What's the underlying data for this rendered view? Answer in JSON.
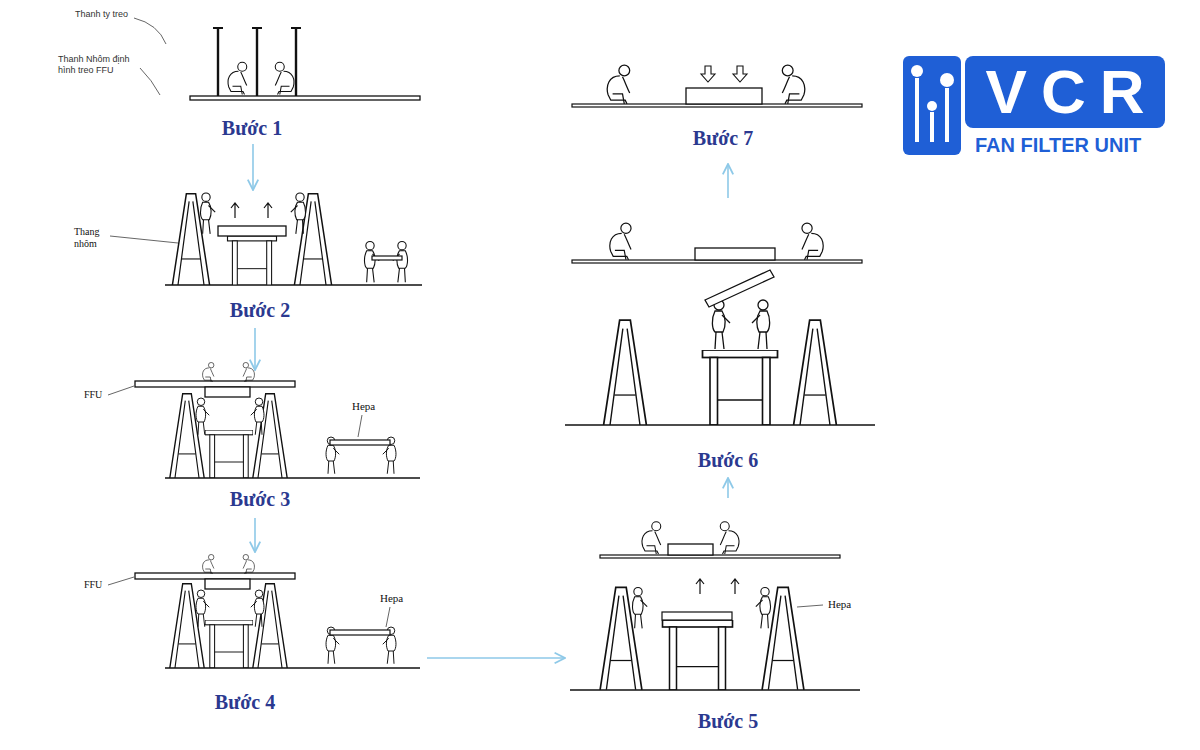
{
  "diagram": {
    "nodes": [
      {
        "text": [
          "Bước 1"
        ]
      },
      {
        "text": [
          "Bước 2"
        ]
      },
      {
        "text": [
          "Bước 3"
        ]
      },
      {
        "text": [
          "Bước 4"
        ]
      },
      {
        "text": [
          "Bước 5"
        ]
      },
      {
        "text": [
          "Bước 6"
        ]
      },
      {
        "text": [
          "Bước 7"
        ]
      }
    ],
    "edges": [
      {
        "from": 0,
        "to": 1,
        "arrow": "to"
      },
      {
        "from": 1,
        "to": 2,
        "arrow": "to"
      },
      {
        "from": 2,
        "to": 3,
        "arrow": "to"
      },
      {
        "from": 3,
        "to": 4,
        "arrow": "to"
      },
      {
        "from": 4,
        "to": 5,
        "arrow": "to"
      },
      {
        "from": 5,
        "to": 6,
        "arrow": "to"
      }
    ],
    "labels": [
      "Thanh ty treo",
      "Thanh Nhôm định hình treo FFU",
      "Thang nhôm",
      "FFU",
      "Hepa",
      "FFU",
      "Hepa",
      "Hepa",
      "VCR",
      "FAN FILTER UNIT"
    ]
  }
}
